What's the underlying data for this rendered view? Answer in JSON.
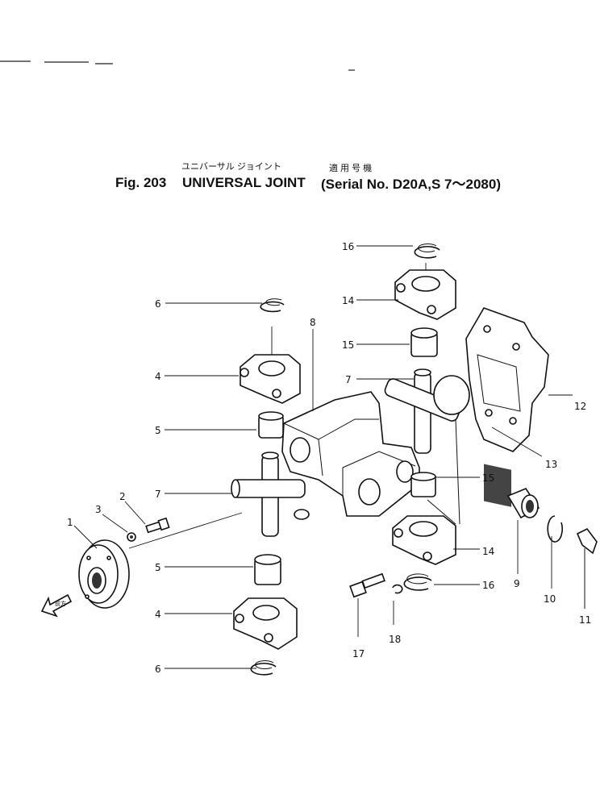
{
  "header": {
    "jp_title": "ユニバーサル ジョイント",
    "jp_applicable": "適 用 号 機",
    "fig_label": "Fig. 203",
    "title": "UNIVERSAL JOINT",
    "serial": "(Serial No. D20A,S 7～2080)"
  },
  "parts": {
    "p1": "1",
    "p2": "2",
    "p3": "3",
    "p4a": "4",
    "p4b": "4",
    "p5a": "5",
    "p5b": "5",
    "p6a": "6",
    "p6b": "6",
    "p7a": "7",
    "p7b": "7",
    "p8": "8",
    "p9": "9",
    "p10": "10",
    "p11": "11",
    "p12": "12",
    "p13": "13",
    "p14a": "14",
    "p14b": "14",
    "p15a": "15",
    "p15b": "15",
    "p16a": "16",
    "p16b": "16",
    "p17": "17",
    "p18": "18"
  },
  "arrow_label": "前方"
}
